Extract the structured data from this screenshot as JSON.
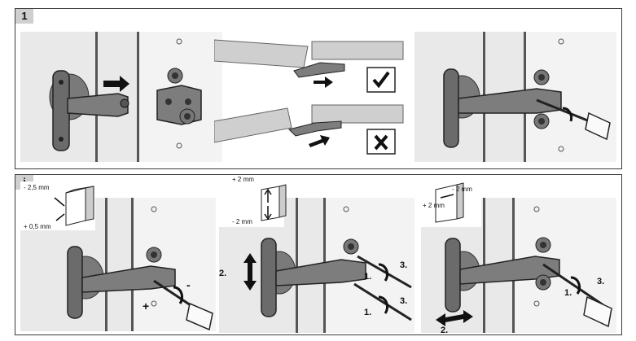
{
  "panel1": {
    "number": "1"
  },
  "panel2": {
    "number": "i",
    "scene1": {
      "top": "- 2,5 mm",
      "bottom": "+ 0,5 mm",
      "plus": "+",
      "minus": "-"
    },
    "scene2": {
      "top": "+ 2 mm",
      "bottom": "- 2 mm",
      "step_side": "2.",
      "step1_upper": "1.",
      "step3_upper": "3.",
      "step1_lower": "1.",
      "step3_lower": "3."
    },
    "scene3": {
      "right": "- 2 mm",
      "left": "+ 2 mm",
      "step1": "1.",
      "step3": "3.",
      "step2": "2."
    }
  },
  "colors": {
    "grey_bg": "#e9e9e9",
    "hinge": "#6b6b6b",
    "hinge_dark": "#3a3a3a",
    "border": "#3a3a3a"
  }
}
